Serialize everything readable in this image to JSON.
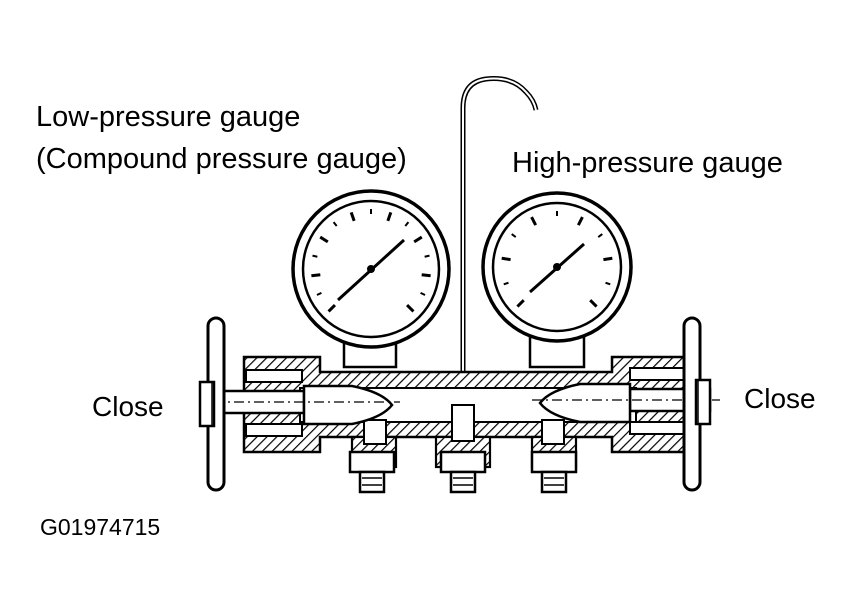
{
  "labels": {
    "low_pressure_line1": "Low-pressure gauge",
    "low_pressure_line2": "(Compound pressure gauge)",
    "high_pressure": "High-pressure gauge",
    "close_left": "Close",
    "close_right": "Close",
    "figure_code": "G01974715"
  },
  "colors": {
    "ink": "#000000",
    "paper": "#ffffff"
  }
}
